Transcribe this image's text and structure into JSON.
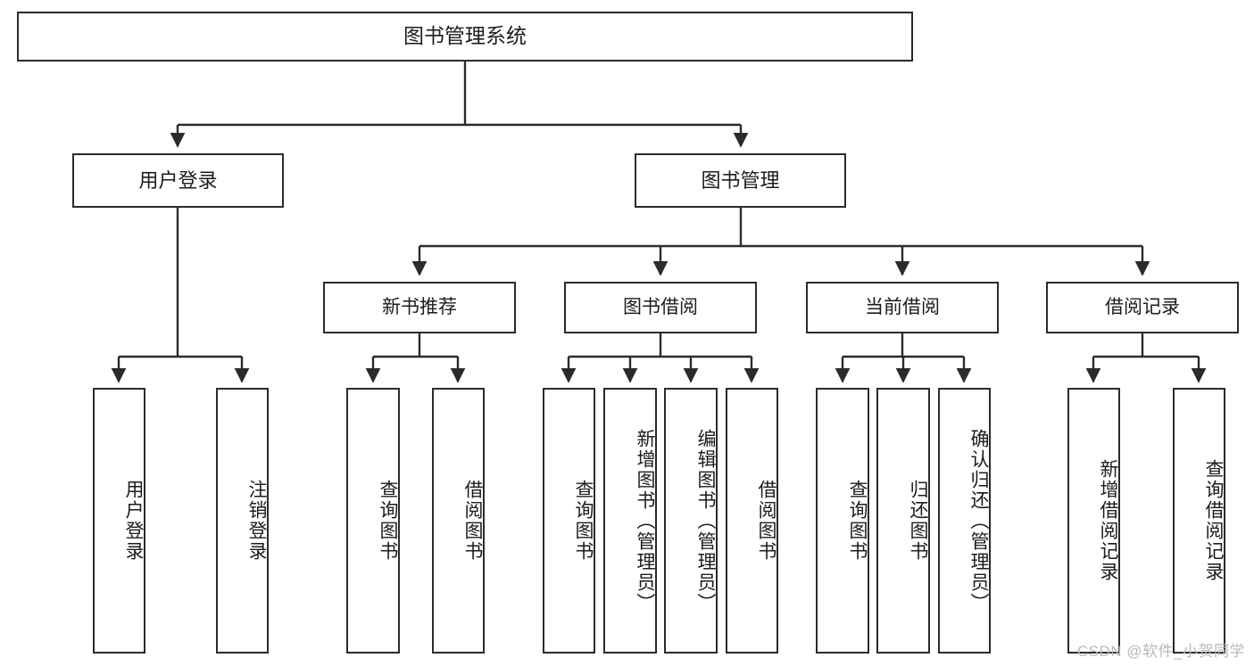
{
  "diagram": {
    "title": "图书管理系统",
    "type": "tree",
    "watermark": "CSDN @软件_小贺同学",
    "colors": {
      "node_border": "#2b2b2b",
      "node_fill": "#ffffff",
      "edge": "#2b2b2b",
      "text": "#1c1c1c",
      "watermark": "#b9b9b9",
      "background": "#ffffff"
    },
    "nodes": {
      "root": {
        "label": "图书管理系统"
      },
      "level2": [
        {
          "id": "user-login",
          "label": "用户登录"
        },
        {
          "id": "book-management",
          "label": "图书管理"
        }
      ],
      "level3": [
        {
          "id": "new-book-recommend",
          "label": "新书推荐"
        },
        {
          "id": "book-borrow",
          "label": "图书借阅"
        },
        {
          "id": "current-borrow",
          "label": "当前借阅"
        },
        {
          "id": "borrow-record",
          "label": "借阅记录"
        }
      ],
      "leaves": {
        "user_login": [
          {
            "id": "leaf-user-login",
            "label": "用户登录"
          },
          {
            "id": "leaf-user-logout",
            "label": "注销登录"
          }
        ],
        "new_book_recommend": [
          {
            "id": "leaf-query-book-1",
            "label": "查询图书"
          },
          {
            "id": "leaf-borrow-book-1",
            "label": "借阅图书"
          }
        ],
        "book_borrow": [
          {
            "id": "leaf-query-book-2",
            "label": "查询图书"
          },
          {
            "id": "leaf-add-book",
            "label": "新增图书（管理员）"
          },
          {
            "id": "leaf-edit-book",
            "label": "编辑图书（管理员）"
          },
          {
            "id": "leaf-borrow-book-2",
            "label": "借阅图书"
          }
        ],
        "current_borrow": [
          {
            "id": "leaf-query-book-3",
            "label": "查询图书"
          },
          {
            "id": "leaf-return-book",
            "label": "归还图书"
          },
          {
            "id": "leaf-confirm-return",
            "label": "确认归还（管理员）"
          }
        ],
        "borrow_record": [
          {
            "id": "leaf-add-record",
            "label": "新增借阅记录"
          },
          {
            "id": "leaf-query-record",
            "label": "查询借阅记录"
          }
        ]
      }
    }
  }
}
